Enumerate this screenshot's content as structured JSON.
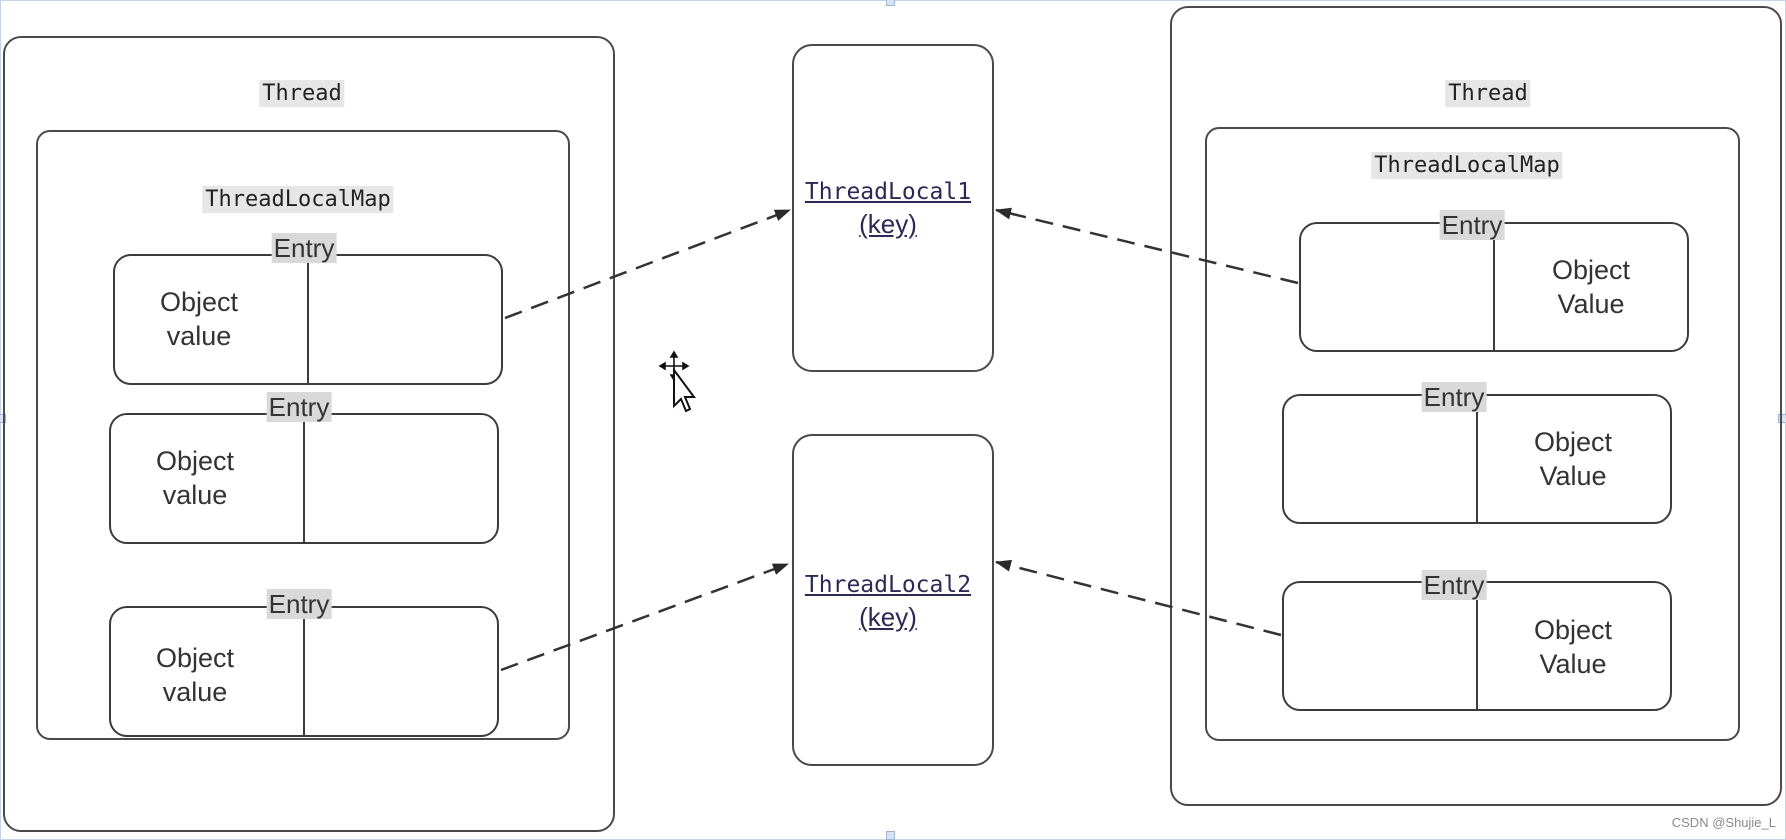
{
  "left_thread": {
    "title": "Thread",
    "map_title": "ThreadLocalMap",
    "entries": [
      {
        "label": "Entry",
        "value_line1": "Object",
        "value_line2": "value"
      },
      {
        "label": "Entry",
        "value_line1": "Object",
        "value_line2": "value"
      },
      {
        "label": "Entry",
        "value_line1": "Object",
        "value_line2": "value"
      }
    ]
  },
  "keys": [
    {
      "name": "ThreadLocal1",
      "sub": "(key)"
    },
    {
      "name": "ThreadLocal2",
      "sub": "(key)"
    }
  ],
  "right_thread": {
    "title": "Thread",
    "map_title": "ThreadLocalMap",
    "entries": [
      {
        "label": "Entry",
        "value_line1": "Object",
        "value_line2": "Value"
      },
      {
        "label": "Entry",
        "value_line1": "Object",
        "value_line2": "Value"
      },
      {
        "label": "Entry",
        "value_line1": "Object",
        "value_line2": "Value"
      }
    ]
  },
  "watermark": "CSDN @Shujie_L",
  "colors": {
    "border": "#4a4a4a",
    "label_highlight": "#d9d9d9",
    "arrow": "#333333",
    "key_text": "#2a2a55"
  }
}
